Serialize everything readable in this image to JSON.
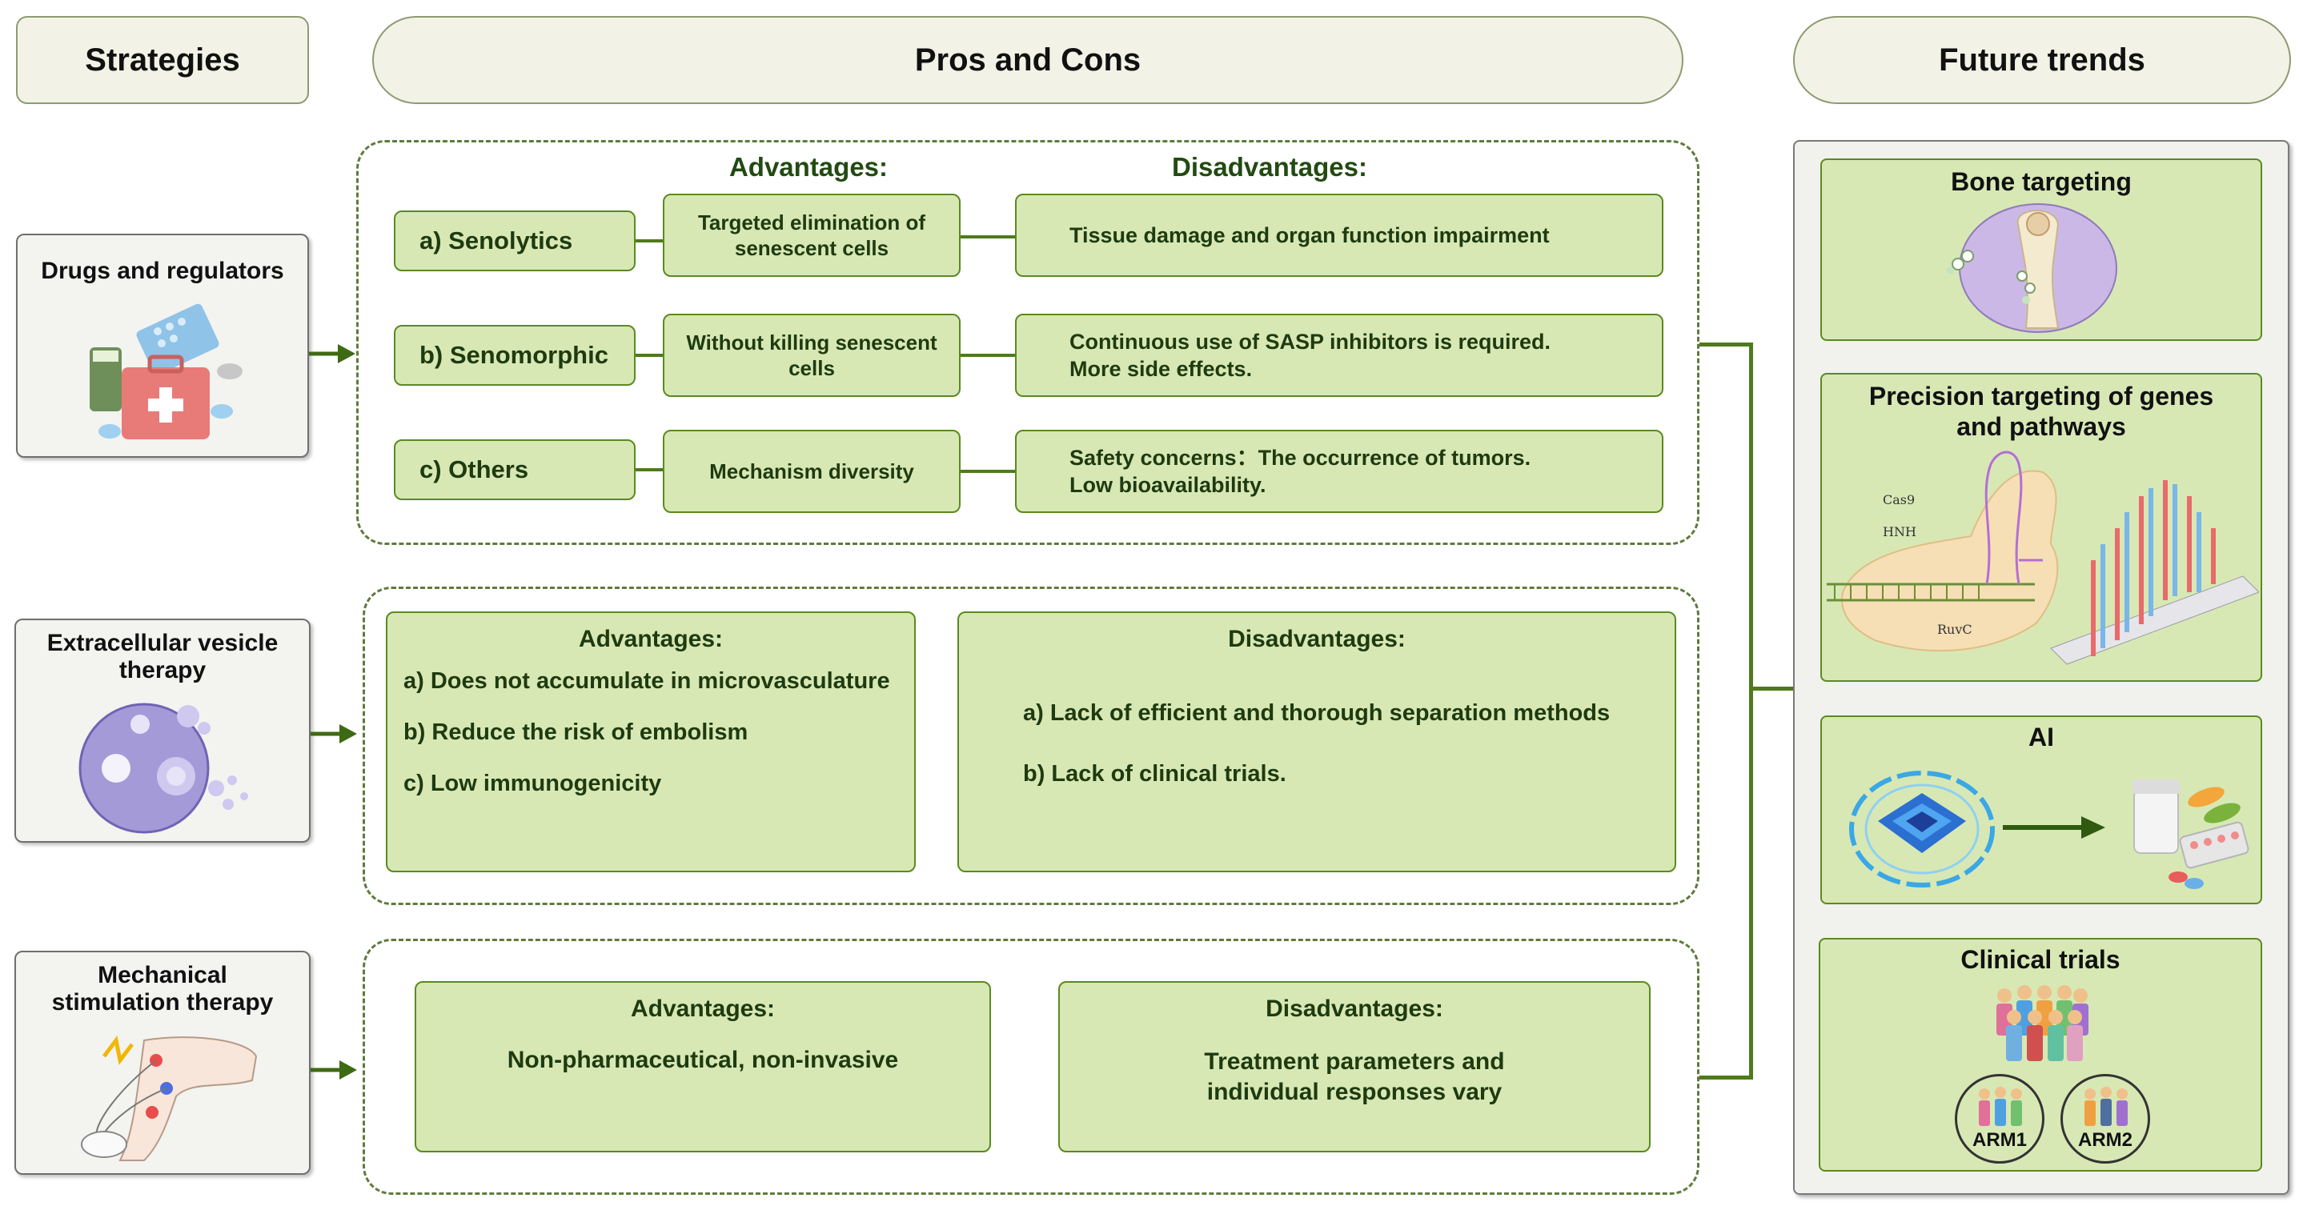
{
  "headers": {
    "strategies": "Strategies",
    "pros_cons": "Pros and Cons",
    "future": "Future trends"
  },
  "strategies": {
    "drugs": "Drugs and regulators",
    "ev": "Extracellular vesicle therapy",
    "mech": "Mechanical stimulation therapy"
  },
  "drugs_group": {
    "adv_head": "Advantages:",
    "dis_head": "Disadvantages:",
    "rows": [
      {
        "label": "a)  Senolytics",
        "adv": "Targeted elimination of senescent cells",
        "dis1": "Tissue damage and organ function impairment",
        "dis2": ""
      },
      {
        "label": "b)  Senomorphic",
        "adv": "Without killing senescent cells",
        "dis1": "Continuous use of SASP inhibitors is required.",
        "dis2": "More side effects."
      },
      {
        "label": "c)  Others",
        "adv": "Mechanism diversity",
        "dis1": "Safety concerns：The occurrence of tumors.",
        "dis2": "Low bioavailability."
      }
    ]
  },
  "ev_group": {
    "adv_head": "Advantages:",
    "adv_items": [
      "a) Does not accumulate in microvasculature",
      "b) Reduce the risk of embolism",
      "c) Low immunogenicity"
    ],
    "dis_head": "Disadvantages:",
    "dis_items": [
      "a) Lack of efficient and thorough separation methods",
      "b) Lack of clinical trials."
    ]
  },
  "mech_group": {
    "adv_head": "Advantages:",
    "adv_text": "Non-pharmaceutical, non-invasive",
    "dis_head": "Disadvantages:",
    "dis_text": "Treatment parameters and individual responses vary"
  },
  "future": {
    "bone": "Bone targeting",
    "precision": "Precision targeting of genes and pathways",
    "crispr_labels": {
      "cas9": "Cas9",
      "hnh": "HNH",
      "ruvc": "RuvC"
    },
    "ai": "AI",
    "clinical": "Clinical trials",
    "arm1": "ARM1",
    "arm2": "ARM2"
  },
  "colors": {
    "green_fill": "#d7e8b5",
    "green_border": "#5b8a1e",
    "connector": "#4f7a1e",
    "header_fill": "#f2f3e6"
  }
}
